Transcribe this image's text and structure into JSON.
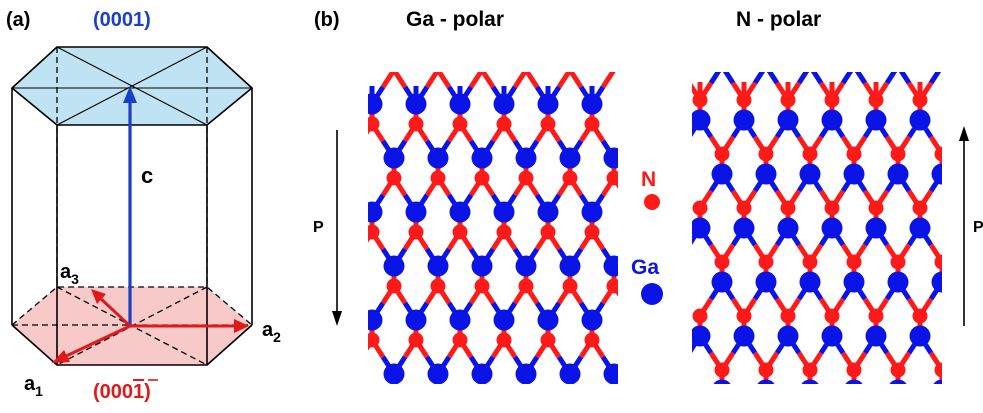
{
  "panel_a": {
    "label": "(a)",
    "top_plane": "(0001)",
    "bottom_plane_prefix": "(000",
    "bottom_plane_bar_digit": "1",
    "bottom_plane_suffix": ")",
    "axis_c": "c",
    "axis_a1_base": "a",
    "axis_a1_sub": "1",
    "axis_a2_base": "a",
    "axis_a2_sub": "2",
    "axis_a3_base": "a",
    "axis_a3_sub": "3"
  },
  "panel_b": {
    "label": "(b)",
    "left_title": "Ga - polar",
    "right_title": "N - polar",
    "polarization_left": "P",
    "polarization_right": "P",
    "polarization_left_direction": "down",
    "polarization_right_direction": "up",
    "legend": [
      {
        "name": "N",
        "color": "#ff1a1a",
        "size": "small"
      },
      {
        "name": "Ga",
        "color": "#0a14e6",
        "size": "large"
      }
    ]
  },
  "colors": {
    "ga": "#0a14e6",
    "n": "#ff1a1a",
    "top_face": "#bfe3f3",
    "bottom_face": "#f7c9c9",
    "c_axis": "#1a3fc8",
    "a_axis": "#e01a1a"
  }
}
